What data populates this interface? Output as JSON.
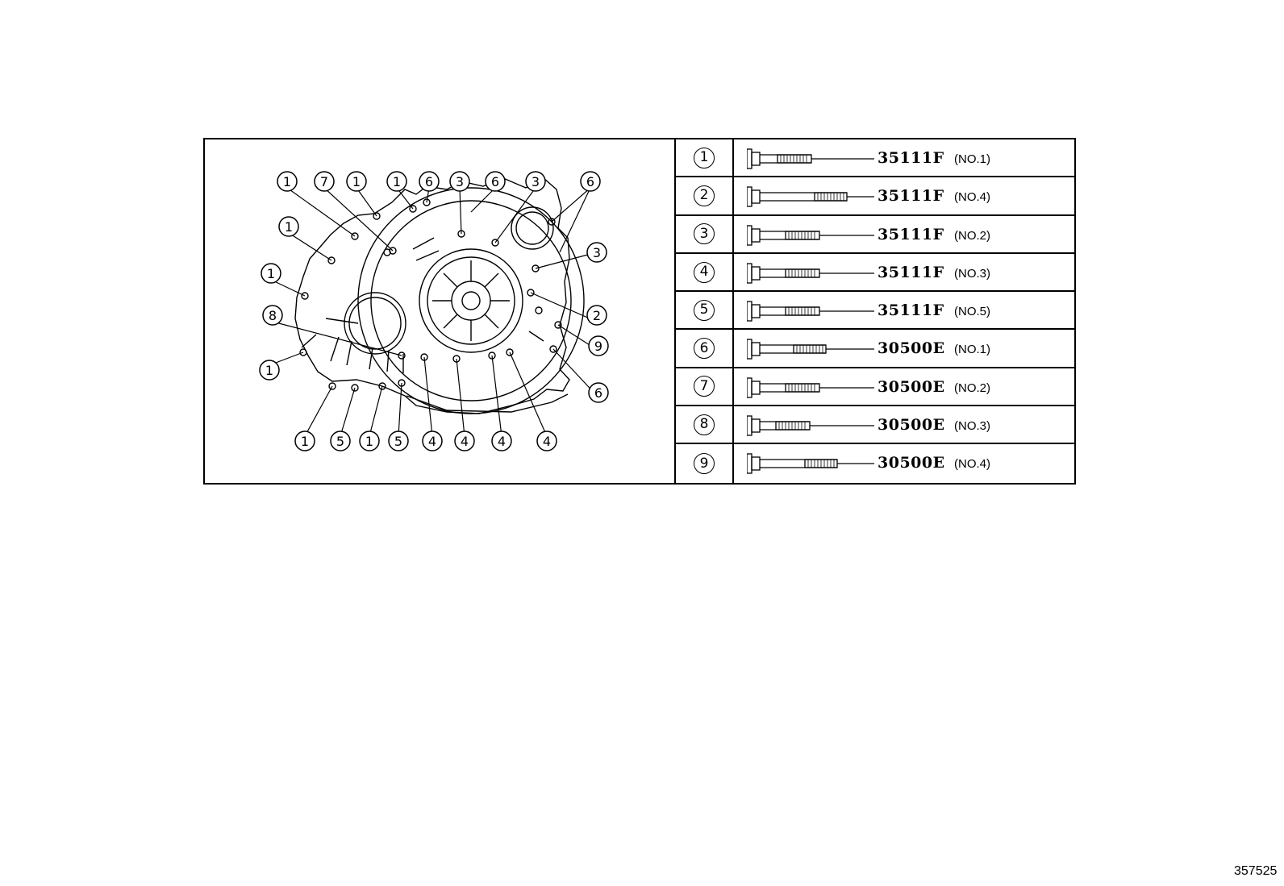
{
  "diagram": {
    "callouts": [
      "1",
      "7",
      "1",
      "1",
      "6",
      "3",
      "6",
      "3",
      "6",
      "1",
      "1",
      "3",
      "8",
      "2",
      "9",
      "1",
      "6",
      "1",
      "5",
      "1",
      "5",
      "4",
      "4",
      "4",
      "4"
    ]
  },
  "table": {
    "rows": [
      {
        "num": "1",
        "code": "35111F",
        "note": "(NO.1)"
      },
      {
        "num": "2",
        "code": "35111F",
        "note": "(NO.4)"
      },
      {
        "num": "3",
        "code": "35111F",
        "note": "(NO.2)"
      },
      {
        "num": "4",
        "code": "35111F",
        "note": "(NO.3)"
      },
      {
        "num": "5",
        "code": "35111F",
        "note": "(NO.5)"
      },
      {
        "num": "6",
        "code": "30500E",
        "note": "(NO.1)"
      },
      {
        "num": "7",
        "code": "30500E",
        "note": "(NO.2)"
      },
      {
        "num": "8",
        "code": "30500E",
        "note": "(NO.3)"
      },
      {
        "num": "9",
        "code": "30500E",
        "note": "(NO.4)"
      }
    ]
  },
  "ref_number": "357525"
}
